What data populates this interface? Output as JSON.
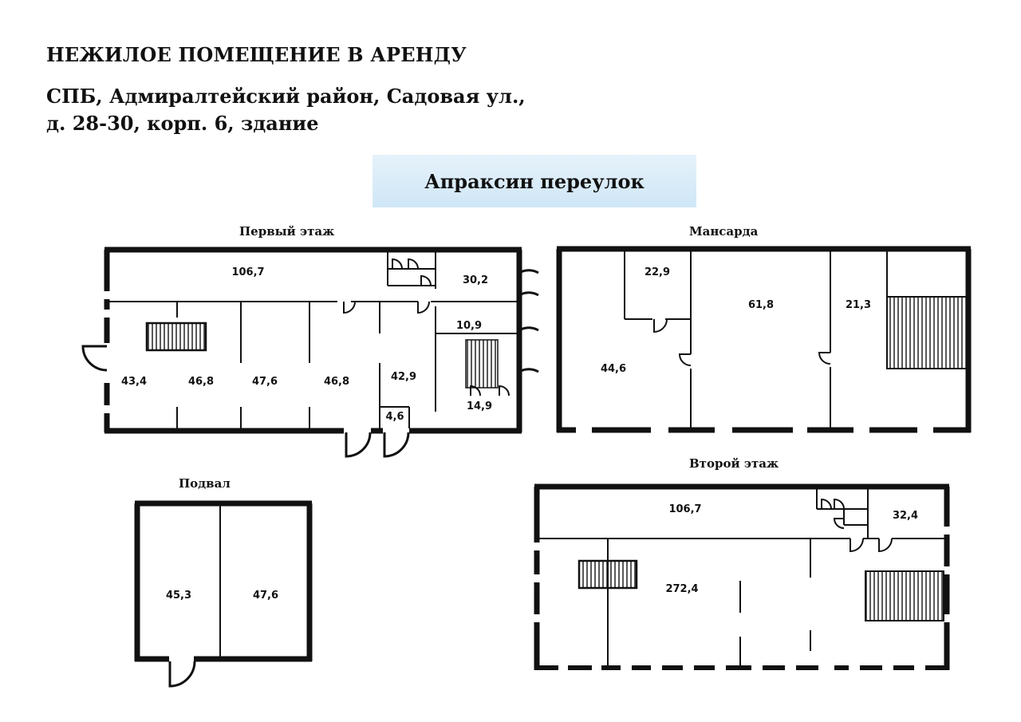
{
  "header": {
    "title": "НЕЖИЛОЕ ПОМЕЩЕНИЕ В АРЕНДУ",
    "address_line1": "СПБ, Адмиралтейский район, Садовая ул.,",
    "address_line2": "д. 28-30, корп. 6, здание"
  },
  "street_label": "Апраксин переулок",
  "floors": {
    "first": {
      "title": "Первый этаж",
      "rooms": [
        "106,7",
        "30,2",
        "10,9",
        "43,4",
        "46,8",
        "47,6",
        "46,8",
        "42,9",
        "14,9",
        "4,6"
      ]
    },
    "attic": {
      "title": "Мансарда",
      "rooms": [
        "22,9",
        "61,8",
        "21,3",
        "44,6"
      ]
    },
    "basement": {
      "title": "Подвал",
      "rooms": [
        "45,3",
        "47,6"
      ]
    },
    "second": {
      "title": "Второй этаж",
      "rooms": [
        "106,7",
        "32,4",
        "272,4"
      ]
    }
  }
}
